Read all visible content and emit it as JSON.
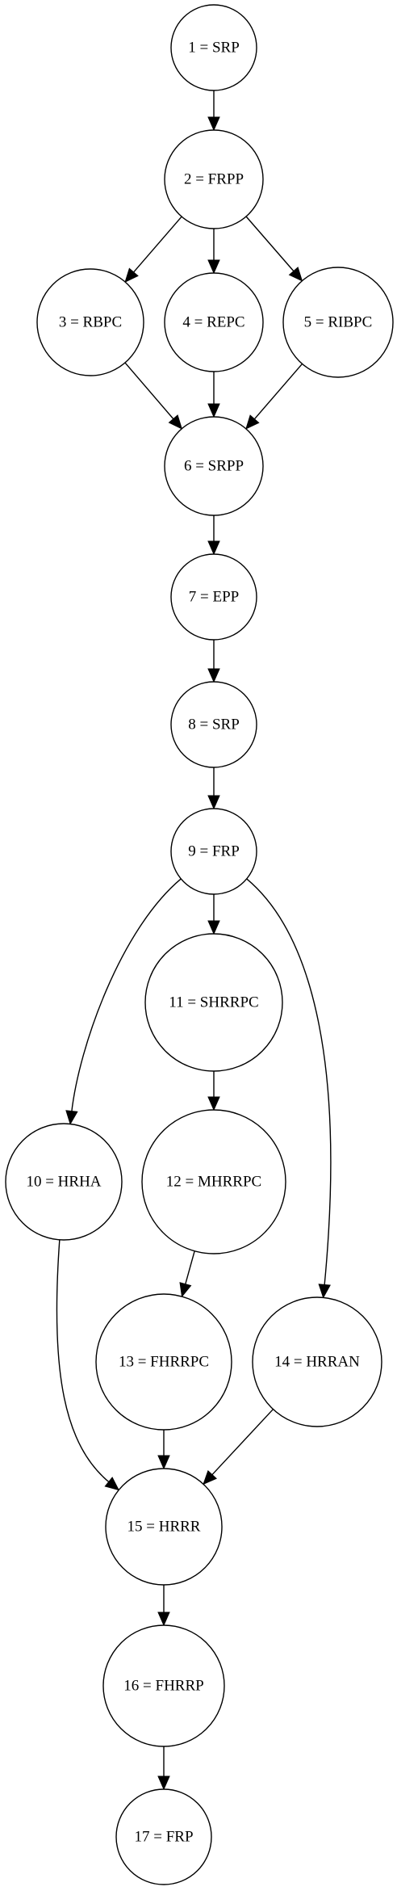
{
  "diagram": {
    "nodes": [
      {
        "id": "n1",
        "label": "1 = SRP"
      },
      {
        "id": "n2",
        "label": "2 = FRPP"
      },
      {
        "id": "n3",
        "label": "3 = RBPC"
      },
      {
        "id": "n4",
        "label": "4 = REPC"
      },
      {
        "id": "n5",
        "label": "5 = RIBPC"
      },
      {
        "id": "n6",
        "label": "6 = SRPP"
      },
      {
        "id": "n7",
        "label": "7 = EPP"
      },
      {
        "id": "n8",
        "label": "8 = SRP"
      },
      {
        "id": "n9",
        "label": "9 = FRP"
      },
      {
        "id": "n10",
        "label": "10 = HRHA"
      },
      {
        "id": "n11",
        "label": "11 = SHRRPC"
      },
      {
        "id": "n12",
        "label": "12 = MHRRPC"
      },
      {
        "id": "n13",
        "label": "13 = FHRRPC"
      },
      {
        "id": "n14",
        "label": "14 = HRRAN"
      },
      {
        "id": "n15",
        "label": "15 = HRRR"
      },
      {
        "id": "n16",
        "label": "16 = FHRRP"
      },
      {
        "id": "n17",
        "label": "17 = FRP"
      }
    ],
    "edges": [
      {
        "from": "n1",
        "to": "n2"
      },
      {
        "from": "n2",
        "to": "n3"
      },
      {
        "from": "n2",
        "to": "n4"
      },
      {
        "from": "n2",
        "to": "n5"
      },
      {
        "from": "n3",
        "to": "n6"
      },
      {
        "from": "n4",
        "to": "n6"
      },
      {
        "from": "n5",
        "to": "n6"
      },
      {
        "from": "n6",
        "to": "n7"
      },
      {
        "from": "n7",
        "to": "n8"
      },
      {
        "from": "n8",
        "to": "n9"
      },
      {
        "from": "n9",
        "to": "n10"
      },
      {
        "from": "n9",
        "to": "n11"
      },
      {
        "from": "n9",
        "to": "n14"
      },
      {
        "from": "n11",
        "to": "n12"
      },
      {
        "from": "n12",
        "to": "n13"
      },
      {
        "from": "n10",
        "to": "n15"
      },
      {
        "from": "n13",
        "to": "n15"
      },
      {
        "from": "n14",
        "to": "n15"
      },
      {
        "from": "n15",
        "to": "n16"
      },
      {
        "from": "n16",
        "to": "n17"
      }
    ]
  }
}
